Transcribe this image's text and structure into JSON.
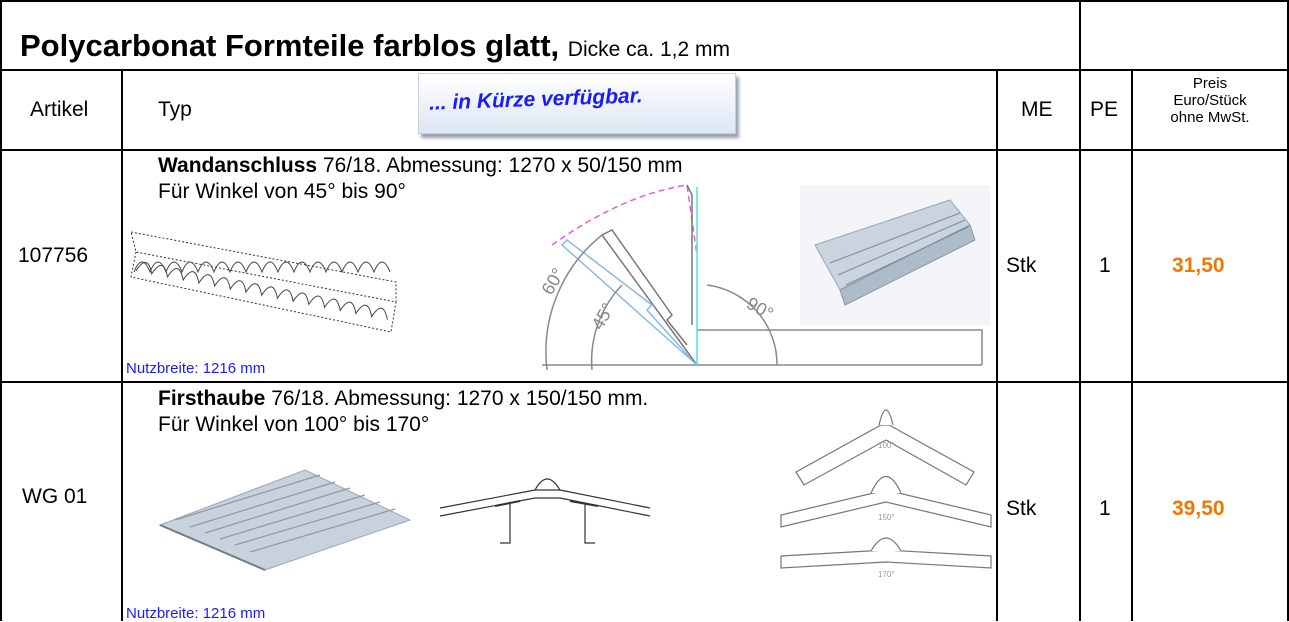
{
  "title": {
    "main": "Polycarbonat Formteile farblos glatt,",
    "sub": "Dicke ca. 1,2 mm"
  },
  "headers": {
    "artikel": "Artikel",
    "typ": "Typ",
    "banner": "... in Kürze verfügbar.",
    "me": "ME",
    "pe": "PE",
    "preis_1": "Preis",
    "preis_2": "Euro/Stück",
    "preis_3": "ohne MwSt."
  },
  "rows": [
    {
      "artikel": "107756",
      "name": "Wandanschluss",
      "spec": " 76/18. Abmessung: 1270 x 50/150 mm",
      "angle": "Für Winkel von 45° bis 90°",
      "nutz": "Nutzbreite: 1216 mm",
      "me": "Stk",
      "pe": "1",
      "preis": "31,50",
      "diagram_labels": {
        "a60": "60°",
        "a45": "45°",
        "a90": "90°"
      }
    },
    {
      "artikel": "WG 01",
      "name": "Firsthaube",
      "spec": " 76/18. Abmessung: 1270 x 150/150 mm.",
      "angle": "Für Winkel von 100° bis 170°",
      "nutz": "Nutzbreite: 1216 mm",
      "me": "Stk",
      "pe": "1",
      "preis": "39,50",
      "diagram_labels": {
        "a100": "100°",
        "a150": "150°",
        "a170": "170°"
      }
    }
  ]
}
